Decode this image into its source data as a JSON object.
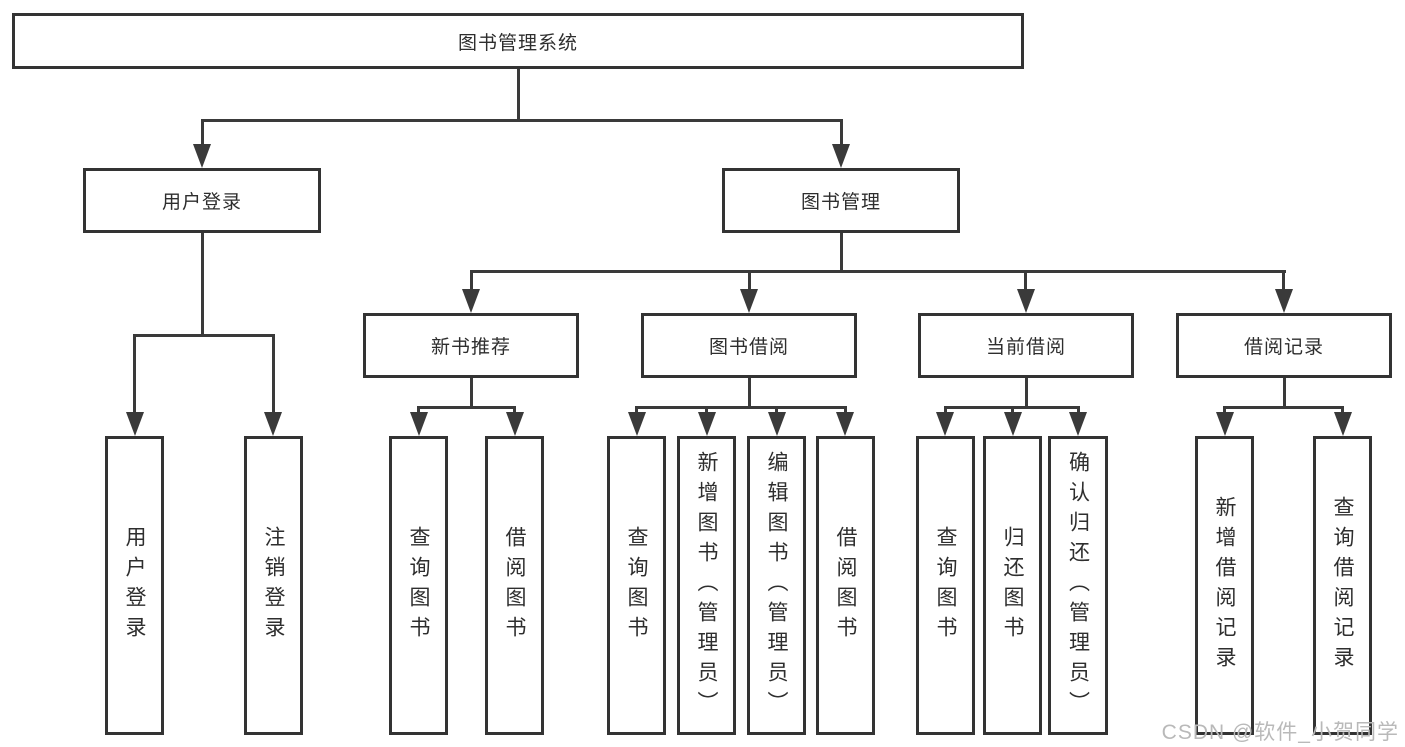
{
  "tree": {
    "label": "图书管理系统",
    "children": [
      {
        "label": "用户登录",
        "children": [
          {
            "label": "用户登录"
          },
          {
            "label": "注销登录"
          }
        ]
      },
      {
        "label": "图书管理",
        "children": [
          {
            "label": "新书推荐",
            "children": [
              {
                "label": "查询图书"
              },
              {
                "label": "借阅图书"
              }
            ]
          },
          {
            "label": "图书借阅",
            "children": [
              {
                "label": "查询图书"
              },
              {
                "label": "新增图书（管理员）"
              },
              {
                "label": "编辑图书（管理员）"
              },
              {
                "label": "借阅图书"
              }
            ]
          },
          {
            "label": "当前借阅",
            "children": [
              {
                "label": "查询图书"
              },
              {
                "label": "归还图书"
              },
              {
                "label": "确认归还（管理员）"
              }
            ]
          },
          {
            "label": "借阅记录",
            "children": [
              {
                "label": "新增借阅记录"
              },
              {
                "label": "查询借阅记录"
              }
            ]
          }
        ]
      }
    ]
  },
  "watermark": {
    "text": "CSDN @软件_小贺同学"
  },
  "colors": {
    "line": "#3a3a3a",
    "border": "#333333",
    "text": "#2e2e2e",
    "watermark_text": "#b9b9b9",
    "background": "#ffffff"
  }
}
